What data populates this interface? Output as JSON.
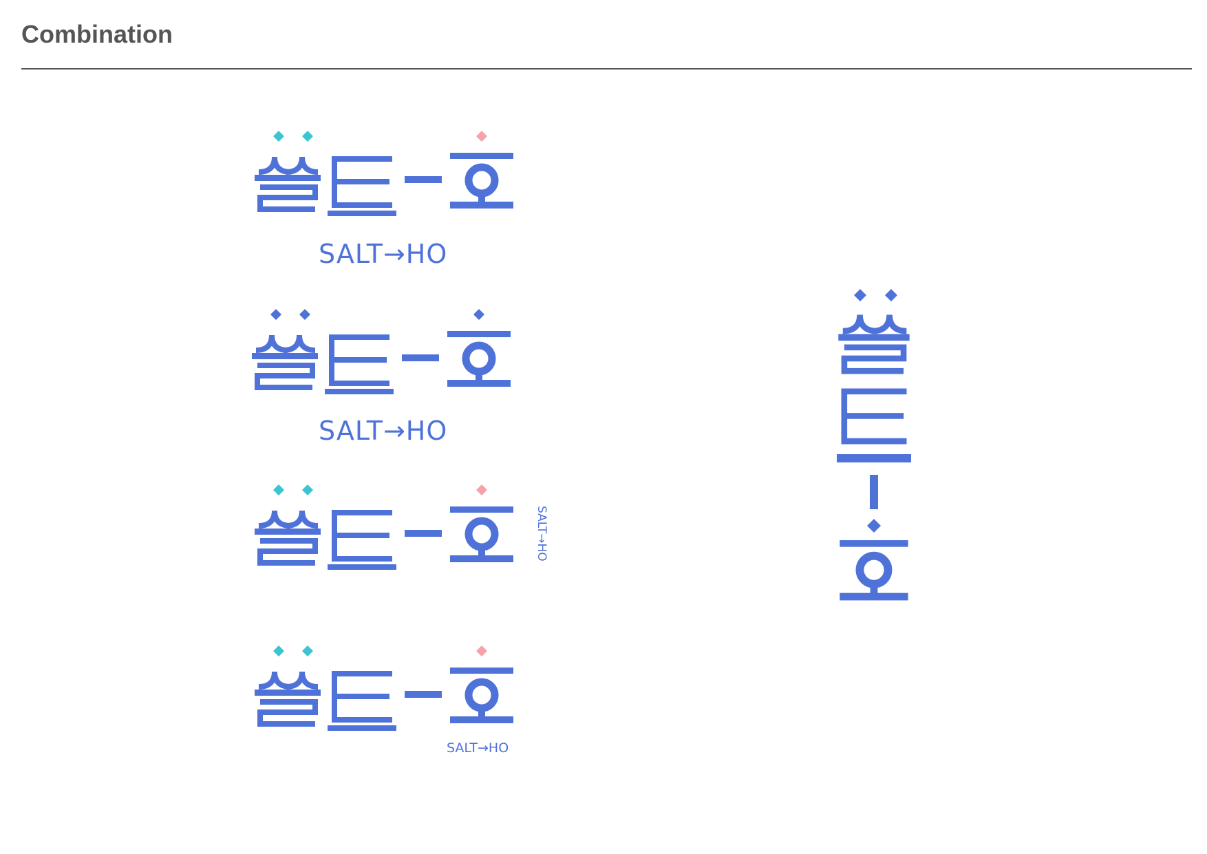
{
  "page": {
    "title": "Combination"
  },
  "brand": {
    "wordmark_alt": "쏠트-호",
    "tagline": "SALT→HO",
    "colors": {
      "primary": "#4f72d9",
      "accent_teal": "#3cc4d2",
      "accent_pink": "#f5a3a8"
    }
  },
  "variants": [
    {
      "label": "horizontal-colored-tagline-below"
    },
    {
      "label": "horizontal-monochrome-tagline-below"
    },
    {
      "label": "horizontal-colored-tagline-vertical"
    },
    {
      "label": "horizontal-colored-tagline-small"
    },
    {
      "label": "vertical-monochrome"
    }
  ]
}
